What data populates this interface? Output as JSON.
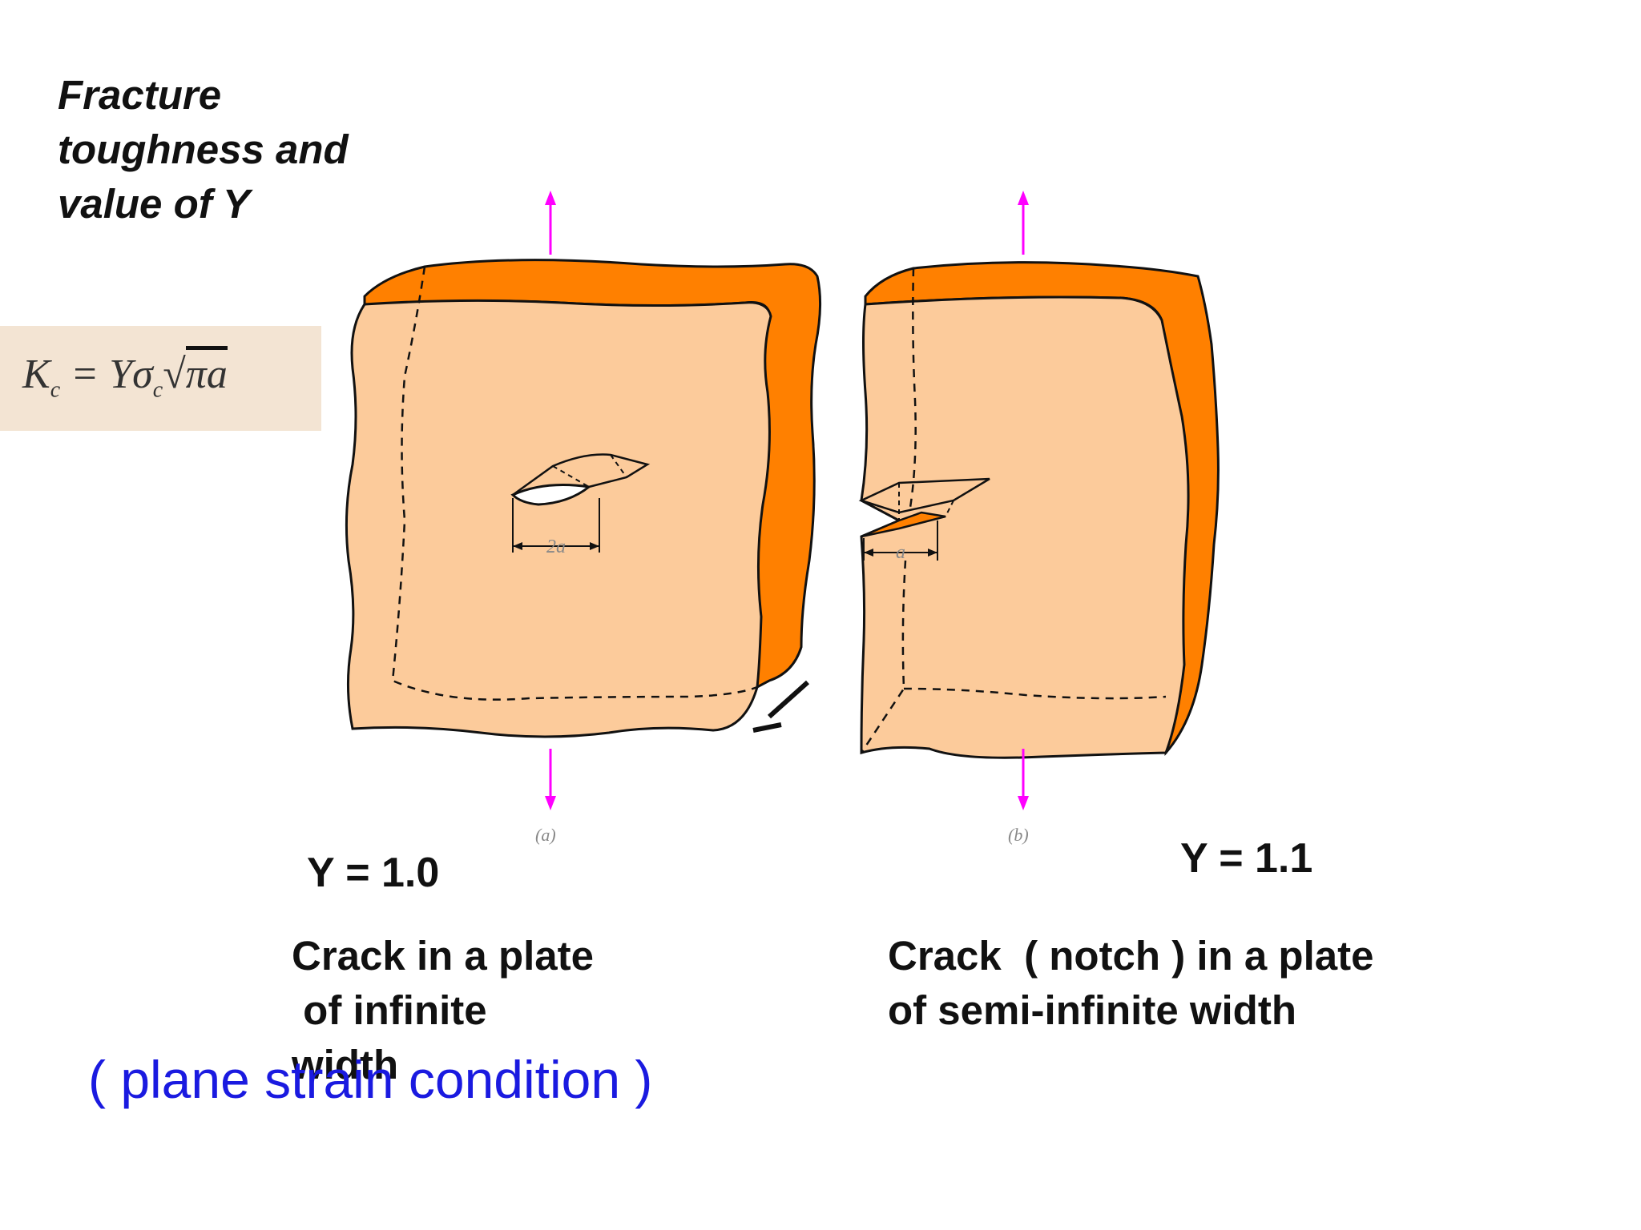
{
  "title": "Fracture toughness and value of Y",
  "formula": {
    "lhs": "K",
    "lhs_sub": "c",
    "equals": "=",
    "factor_y": "Y",
    "sigma": "σ",
    "sigma_sub": "c",
    "radical": "√",
    "radicand": "πa"
  },
  "diagram": {
    "plate_a": {
      "dimension_label": "2a",
      "sub_label": "(a)"
    },
    "plate_b": {
      "dimension_label": "a",
      "sub_label": "(b)"
    },
    "colors": {
      "plate_face": "#fccb9b",
      "plate_edge": "#ff8000",
      "outline": "#111111",
      "load_arrow": "#ff00ff"
    }
  },
  "case_a": {
    "y_value": "Y = 1.0",
    "caption_lines": [
      "Crack in a plate",
      " of infinite",
      "width"
    ]
  },
  "case_b": {
    "y_value": "Y = 1.1",
    "caption_lines": [
      "Crack  ( notch ) in a plate",
      "of semi-infinite width"
    ]
  },
  "note": "( plane strain condition )"
}
